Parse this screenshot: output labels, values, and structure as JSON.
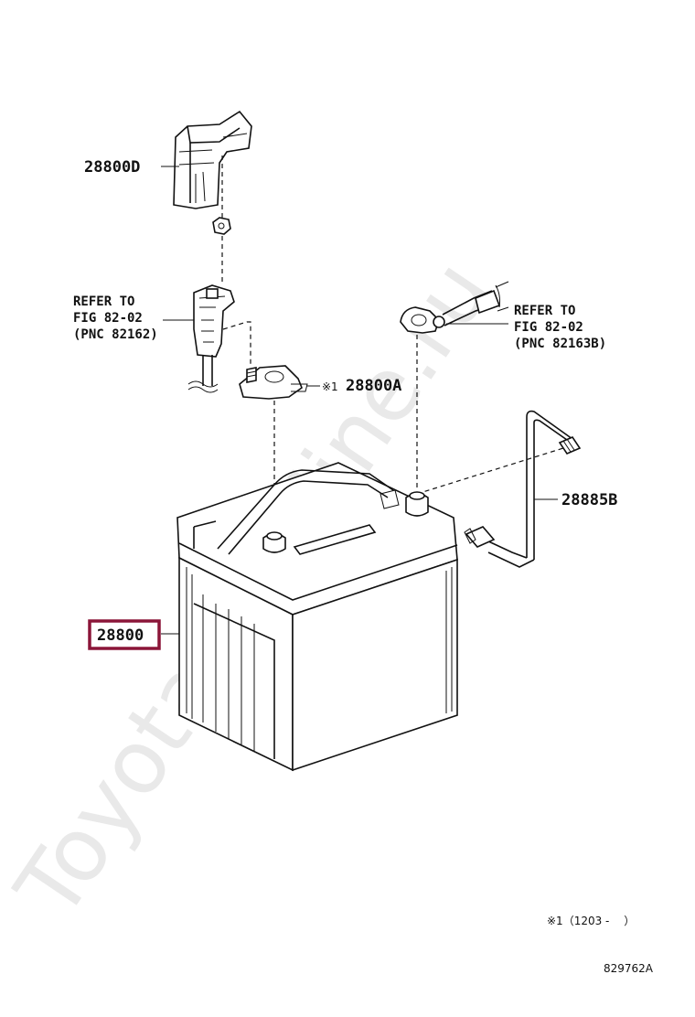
{
  "watermark": "ToyotaCarMine.ru",
  "parts": {
    "terminal_cover": "28800D",
    "terminal_clamp": "28800A",
    "breather_hose": "28885B",
    "battery": "28800"
  },
  "references": {
    "left": {
      "line1": "REFER TO",
      "line2": "FIG 82-02",
      "line3": "(PNC 82162)"
    },
    "right": {
      "line1": "REFER TO",
      "line2": "FIG 82-02",
      "line3": "(PNC 82163B)"
    }
  },
  "note_mark": "※1",
  "footnote": "※1（1203 -　 ）",
  "figure_id": "829762A",
  "colors": {
    "highlight": "#8b1538",
    "watermark": "#e9e9e9"
  }
}
